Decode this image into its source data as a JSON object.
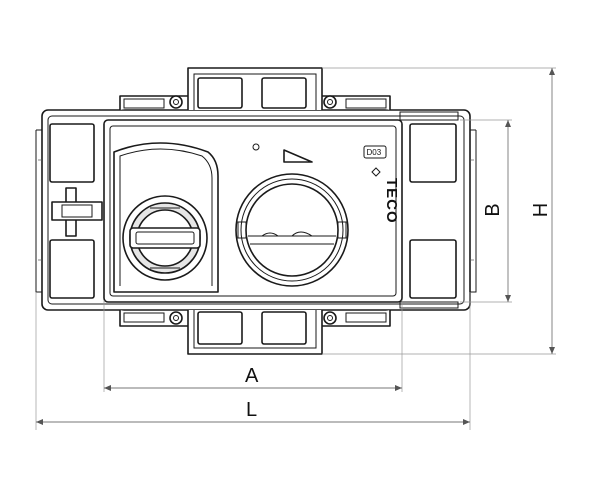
{
  "dimensions": {
    "a": "A",
    "l": "L",
    "b": "B",
    "h": "H"
  },
  "labels": {
    "model_code": "D03",
    "brand": "TECO"
  }
}
